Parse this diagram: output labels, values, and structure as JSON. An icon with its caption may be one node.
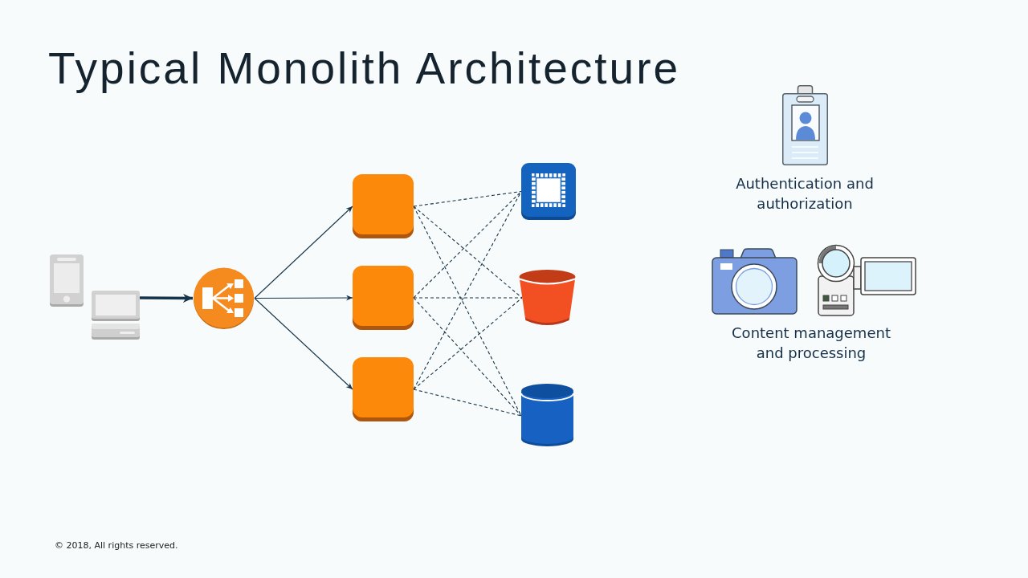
{
  "diagram": {
    "title": "Typical Monolith Architecture",
    "nodes": [
      {
        "text": [],
        "shape": "picture"
      },
      {
        "text": [],
        "shape": "picture"
      },
      {
        "text": [],
        "shape": "picture"
      },
      {
        "text": [],
        "shape": "box"
      },
      {
        "text": [],
        "shape": "box"
      },
      {
        "text": [],
        "shape": "box"
      },
      {
        "text": [],
        "shape": "picture"
      },
      {
        "text": [],
        "shape": "bucket"
      },
      {
        "text": [],
        "shape": "cylinder"
      }
    ],
    "edges": [
      {
        "from": 1,
        "to": 2,
        "arrow": "to",
        "style": "thick"
      },
      {
        "from": 2,
        "to": 3,
        "arrow": "to"
      },
      {
        "from": 2,
        "to": 4,
        "arrow": "to"
      },
      {
        "from": 2,
        "to": 5,
        "arrow": "to"
      },
      {
        "from": 3,
        "to": 6,
        "arrow": "none",
        "style": "dashed"
      },
      {
        "from": 3,
        "to": 7,
        "arrow": "none",
        "style": "dashed"
      },
      {
        "from": 3,
        "to": 8,
        "arrow": "none",
        "style": "dashed"
      },
      {
        "from": 4,
        "to": 6,
        "arrow": "none",
        "style": "dashed"
      },
      {
        "from": 4,
        "to": 7,
        "arrow": "none",
        "style": "dashed"
      },
      {
        "from": 4,
        "to": 8,
        "arrow": "none",
        "style": "dashed"
      },
      {
        "from": 5,
        "to": 6,
        "arrow": "none",
        "style": "dashed"
      },
      {
        "from": 5,
        "to": 7,
        "arrow": "none",
        "style": "dashed"
      },
      {
        "from": 5,
        "to": 8,
        "arrow": "none",
        "style": "dashed"
      }
    ],
    "labels": [
      "Authentication and authorization",
      "Content management and processing",
      "© 2018, All rights reserved."
    ]
  }
}
